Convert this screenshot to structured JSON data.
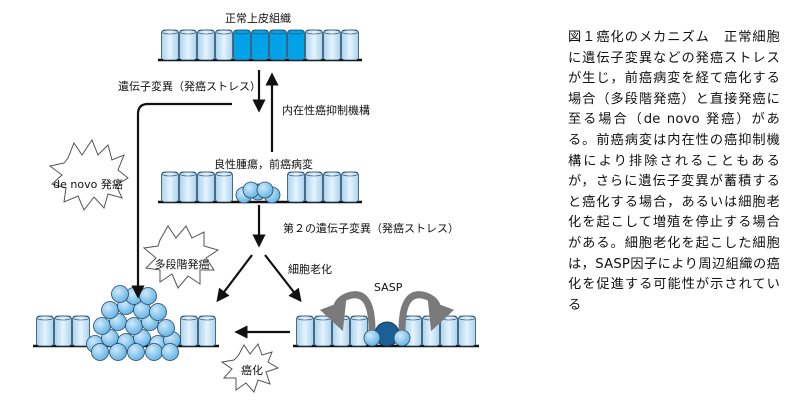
{
  "diagram": {
    "labels": {
      "normal_tissue": "正常上皮組織",
      "mutation": "遺伝子変異（発癌ストレス）",
      "intrinsic": "内在性癌抑制機構",
      "benign": "良性腫瘍，前癌病変",
      "second_mutation": "第２の遺伝子変異（発癌ストレス）",
      "senescence": "細胞老化",
      "sasp": "SASP"
    },
    "bursts": {
      "de_novo": "de novo 発癌",
      "multistep": "多段階発癌",
      "carcinogenesis": "癌化"
    },
    "colors": {
      "cell_fill": "#cfe6f6",
      "cell_highlight": "#00a3e8",
      "tumor_cell": "#86c5ea",
      "sasp_cell": "#1a5f95",
      "curved_arrow": "#7a7a7a"
    }
  },
  "caption": {
    "text": "図１癌化のメカニズム　正常細胞に遺伝子変異などの発癌ストレスが生じ，前癌病変を経て癌化する場合（多段階発癌）と直接発癌に至る場合（de novo 発癌）がある。前癌病変は内在性の癌抑制機構により排除されることもあるが，さらに遺伝子変異が蓄積すると癌化する場合，あるいは細胞老化を起こして増殖を停止する場合がある。細胞老化を起こした細胞は，SASP因子により周辺組織の癌化を促進する可能性が示されている"
  }
}
